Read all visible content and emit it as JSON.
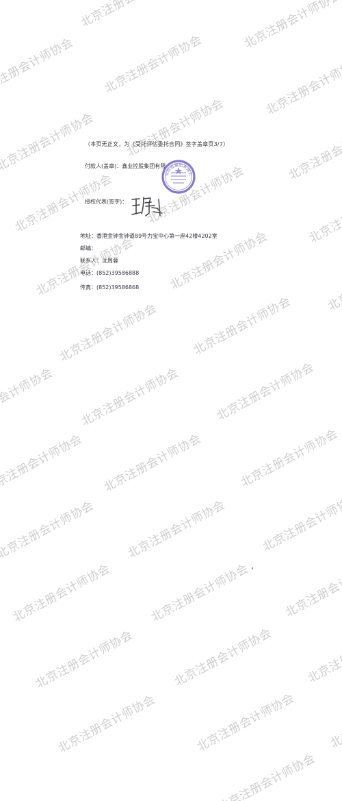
{
  "document": {
    "note": "（本页无正文，为《受托评估委托合同》签字盖章页3/7）",
    "payer_label": "付款人(盖章)：",
    "payer_name": "鑫业控股集团有限",
    "auth_label": "授权代表(签字)：",
    "address": "地址：香港金钟金钟道89号力宝中心第一座42楼4202室",
    "postcode_label": "邮编：",
    "contact_label": "联系人：",
    "contact_name": "沈周蓉",
    "phone_label": "电话：",
    "phone": "(852)39586888",
    "fax_label": "传真：",
    "fax": "(852)39586868"
  },
  "seal": {
    "color": "#6f63b9",
    "text": "鑫业控股集团有限公司"
  },
  "signature": {
    "text": "王璐",
    "color": "#3c3d44"
  },
  "watermark": {
    "text": "北京注册会计师协会",
    "color": "#a5a5a5"
  }
}
